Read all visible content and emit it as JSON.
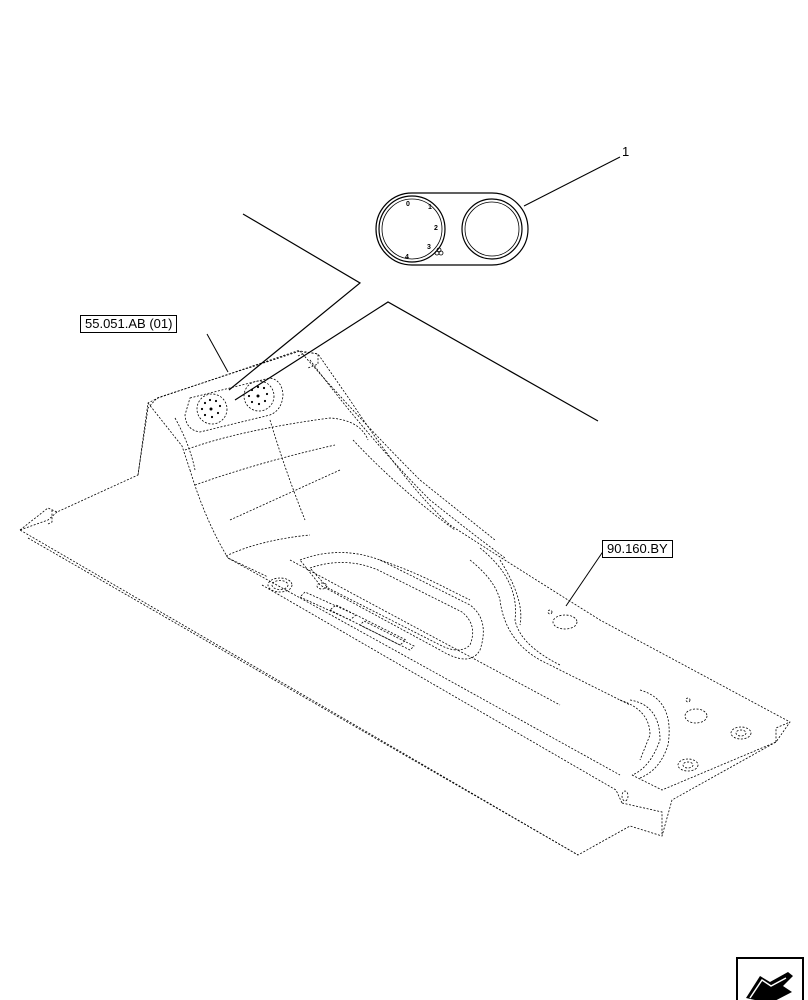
{
  "callouts": {
    "item_1": "1",
    "ref_a": "55.051.AB (01)",
    "ref_b": "90.160.BY"
  },
  "knob_scale": {
    "marks": [
      "0",
      "1",
      "2",
      "3",
      "4"
    ]
  },
  "nav_icon": "next-page-arrow-icon"
}
